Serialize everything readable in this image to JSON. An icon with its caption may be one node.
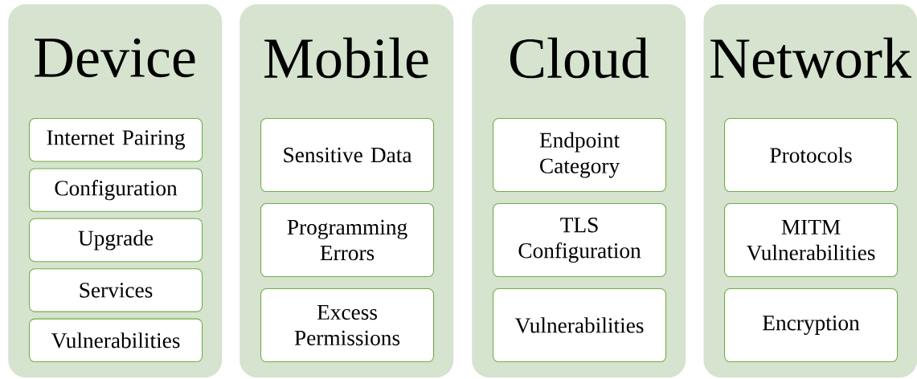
{
  "diagram": {
    "nodes": [
      {
        "text": [
          "Device"
        ]
      },
      {
        "text": [
          "Internet Pairing"
        ],
        "in": 0
      },
      {
        "text": [
          "Configuration"
        ],
        "in": 0
      },
      {
        "text": [
          "Upgrade"
        ],
        "in": 0
      },
      {
        "text": [
          "Services"
        ],
        "in": 0
      },
      {
        "text": [
          "Vulnerabilities"
        ],
        "in": 0
      },
      {
        "text": [
          "Mobile"
        ]
      },
      {
        "text": [
          "Sensitive Data"
        ],
        "in": 6
      },
      {
        "text": [
          "Programming Errors"
        ],
        "in": 6
      },
      {
        "text": [
          "Excess Permissions"
        ],
        "in": 6
      },
      {
        "text": [
          "Cloud"
        ]
      },
      {
        "text": [
          "Endpoint Category"
        ],
        "in": 10
      },
      {
        "text": [
          "TLS Configuration"
        ],
        "in": 10
      },
      {
        "text": [
          "Vulnerabilities"
        ],
        "in": 10
      },
      {
        "text": [
          "Network"
        ]
      },
      {
        "text": [
          "Protocols"
        ],
        "in": 14
      },
      {
        "text": [
          "MITM Vulnerabilities"
        ],
        "in": 14
      },
      {
        "text": [
          "Encryption"
        ],
        "in": 14
      }
    ]
  }
}
